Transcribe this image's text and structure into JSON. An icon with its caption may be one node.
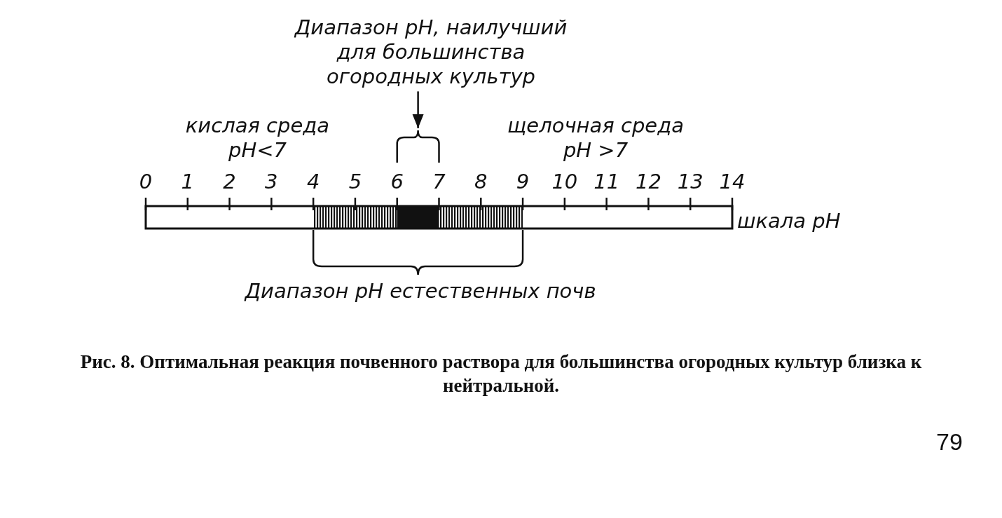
{
  "diagram": {
    "caption": "Рис. 8. Оптимальная реакция почвенного раствора для большинства огородных культур близка к нейтральной.",
    "nodes": [
      {
        "text": [
          "Диапазон pH, наилучший для большинства огородных культур"
        ]
      },
      {
        "text": [],
        "shape": "bracket"
      }
    ],
    "edges": [
      {
        "from": 0,
        "to": 1,
        "arrow": "to"
      }
    ],
    "labels": [
      "кислая среда pH<7",
      "щелочная среда pH >7",
      "0",
      "1",
      "2",
      "3",
      "4",
      "5",
      "6",
      "7",
      "8",
      "9",
      "10",
      "11",
      "12",
      "13",
      "14",
      "шкала pH",
      "Диапазон pH естественных почв",
      "79"
    ]
  }
}
